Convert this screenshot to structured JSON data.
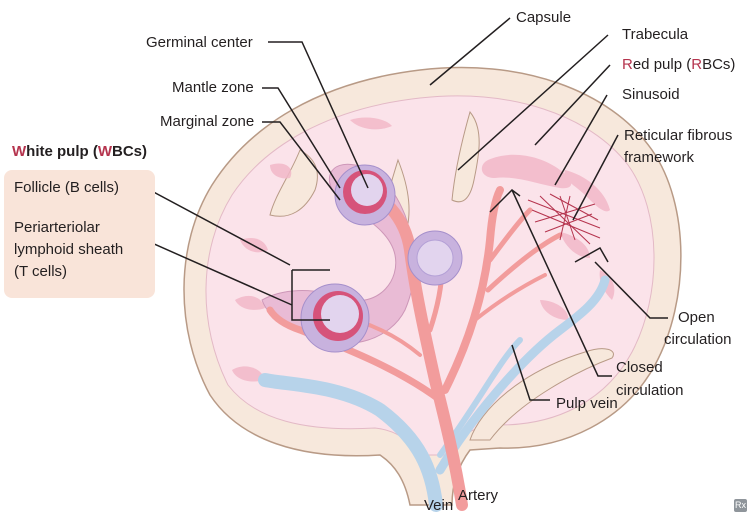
{
  "labels": {
    "capsule": "Capsule",
    "trabecula": "Trabecula",
    "red_pulp": {
      "first": "R",
      "mid": "ed pulp (",
      "second": "R",
      "end": "BCs)"
    },
    "sinusoid": "Sinusoid",
    "reticular_1": "Reticular fibrous",
    "reticular_2": "framework",
    "germinal_center": "Germinal center",
    "mantle_zone": "Mantle zone",
    "marginal_zone": "Marginal zone",
    "white_pulp": {
      "first": "W",
      "mid": "hite pulp (",
      "second": "W",
      "end": "BCs)"
    },
    "follicle": "Follicle (B cells)",
    "pals_1": "Periarteriolar",
    "pals_2": "lymphoid sheath",
    "pals_3": "(T cells)",
    "open_1": "Open",
    "open_2": "circulation",
    "closed_1": "Closed",
    "closed_2": "circulation",
    "pulp_vein": "Pulp vein",
    "vein": "Vein",
    "artery": "Artery"
  },
  "logo": {
    "text": "Rx"
  },
  "colors": {
    "capsule": "#f7e8dc",
    "capsule_stroke": "#b89a86",
    "red_pulp": "#fbe3ea",
    "pink": "#f2b8c8",
    "artery": "#f29c9c",
    "vein": "#b7d3ea",
    "white_pulp": "#e8b7d3",
    "follicle_ring": "#c8b2de",
    "germinal": "#d6537a",
    "germinal_core": "#e2d4ee",
    "label_accent": "#b5344e"
  }
}
